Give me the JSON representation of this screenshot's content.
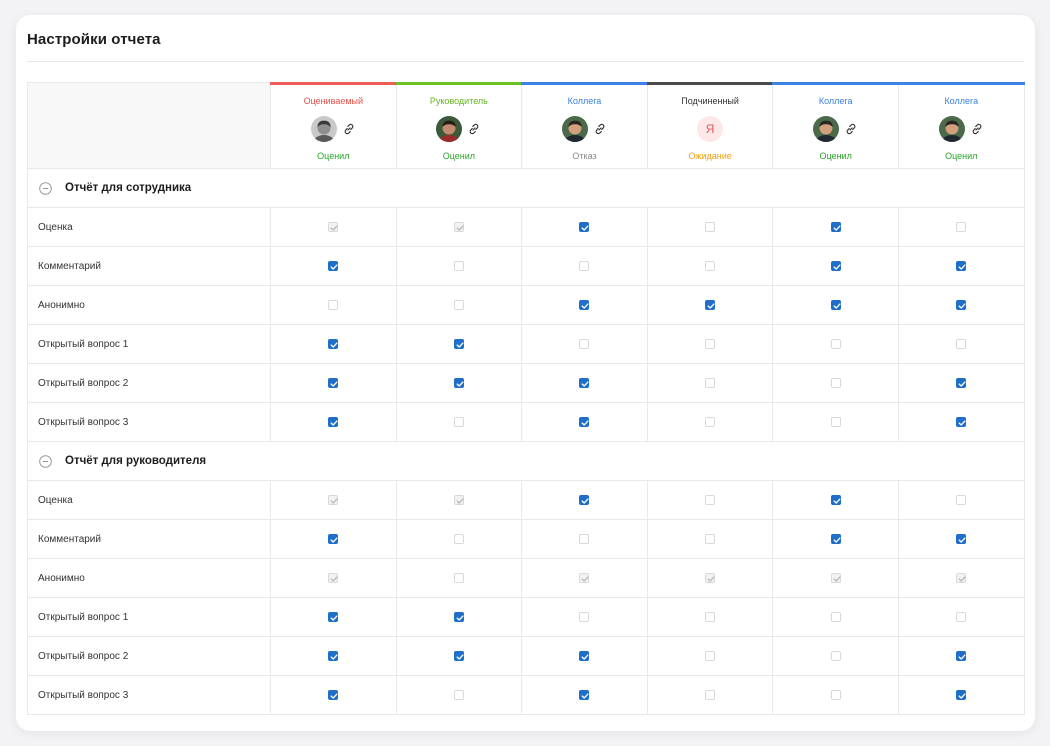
{
  "title": "Настройки отчета",
  "colors": {
    "checked": "#1f6fc9",
    "status_done": "#2aa52a",
    "status_refused": "#8a8a8a",
    "status_waiting": "#f0a019"
  },
  "participants": [
    {
      "role": "Оцениваемый",
      "role_color": "#e9514a",
      "bar_color": "#ef5b55",
      "avatar": "photo-1",
      "has_link": true,
      "status": "Оценил",
      "status_color": "#2aa52a"
    },
    {
      "role": "Руководитель",
      "role_color": "#64b51f",
      "bar_color": "#6cc021",
      "avatar": "photo-2",
      "has_link": true,
      "status": "Оценил",
      "status_color": "#2aa52a"
    },
    {
      "role": "Коллега",
      "role_color": "#3a7fe0",
      "bar_color": "#3d82e6",
      "avatar": "photo-3",
      "has_link": true,
      "status": "Отказ",
      "status_color": "#8a8a8a"
    },
    {
      "role": "Подчиненный",
      "role_color": "#333333",
      "bar_color": "#4a4a4a",
      "avatar": "letter",
      "avatar_letter": "Я",
      "has_link": false,
      "status": "Ожидание",
      "status_color": "#f0a019"
    },
    {
      "role": "Коллега",
      "role_color": "#3a7fe0",
      "bar_color": "#3d82e6",
      "avatar": "photo-3",
      "has_link": true,
      "status": "Оценил",
      "status_color": "#2aa52a"
    },
    {
      "role": "Коллега",
      "role_color": "#3a7fe0",
      "bar_color": "#3d82e6",
      "avatar": "photo-3",
      "has_link": true,
      "status": "Оценил",
      "status_color": "#2aa52a"
    }
  ],
  "legend_states": {
    "c": "checked",
    "u": "unchecked",
    "d": "disabled-checked"
  },
  "sections": [
    {
      "title": "Отчёт для сотрудника",
      "rows": [
        {
          "label": "Оценка",
          "cells": [
            "d",
            "d",
            "c",
            "u",
            "c",
            "u"
          ]
        },
        {
          "label": "Комментарий",
          "cells": [
            "c",
            "u",
            "u",
            "u",
            "c",
            "c"
          ]
        },
        {
          "label": "Анонимно",
          "cells": [
            "u",
            "u",
            "c",
            "c",
            "c",
            "c"
          ]
        },
        {
          "label": "Открытый вопрос 1",
          "cells": [
            "c",
            "c",
            "u",
            "u",
            "u",
            "u"
          ]
        },
        {
          "label": "Открытый вопрос 2",
          "cells": [
            "c",
            "c",
            "c",
            "u",
            "u",
            "c"
          ]
        },
        {
          "label": "Открытый вопрос 3",
          "cells": [
            "c",
            "u",
            "c",
            "u",
            "u",
            "c"
          ]
        }
      ]
    },
    {
      "title": "Отчёт для руководителя",
      "rows": [
        {
          "label": "Оценка",
          "cells": [
            "d",
            "d",
            "c",
            "u",
            "c",
            "u"
          ]
        },
        {
          "label": "Комментарий",
          "cells": [
            "c",
            "u",
            "u",
            "u",
            "c",
            "c"
          ]
        },
        {
          "label": "Анонимно",
          "cells": [
            "d",
            "u",
            "d",
            "d",
            "d",
            "d"
          ]
        },
        {
          "label": "Открытый вопрос 1",
          "cells": [
            "c",
            "c",
            "u",
            "u",
            "u",
            "u"
          ]
        },
        {
          "label": "Открытый вопрос 2",
          "cells": [
            "c",
            "c",
            "c",
            "u",
            "u",
            "c"
          ]
        },
        {
          "label": "Открытый вопрос 3",
          "cells": [
            "c",
            "u",
            "c",
            "u",
            "u",
            "c"
          ]
        }
      ]
    }
  ]
}
